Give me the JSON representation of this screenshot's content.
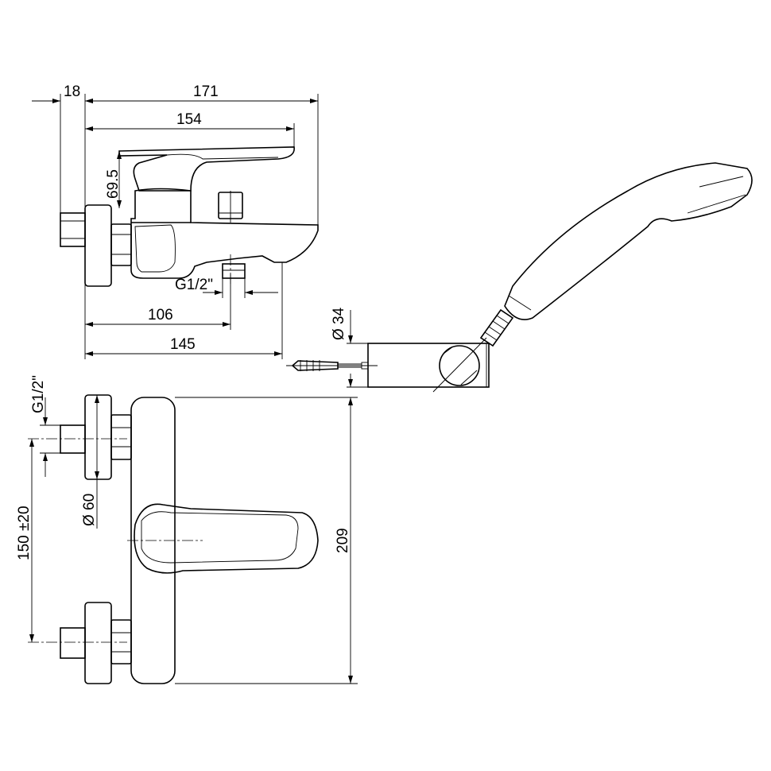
{
  "title": "Bath mixer technical drawing",
  "dimensions": {
    "d18": "18",
    "d171": "171",
    "d154": "154",
    "d69_5": "69.5",
    "thread_top": "G1/2\"",
    "d106": "106",
    "d145": "145",
    "holder_dia": "Ø 34",
    "thread_front": "G1/2\"",
    "flange_dia": "Ø 60",
    "spacing": "150 ±20",
    "d209": "209"
  },
  "colors": {
    "line": "#000000",
    "background": "#ffffff"
  }
}
